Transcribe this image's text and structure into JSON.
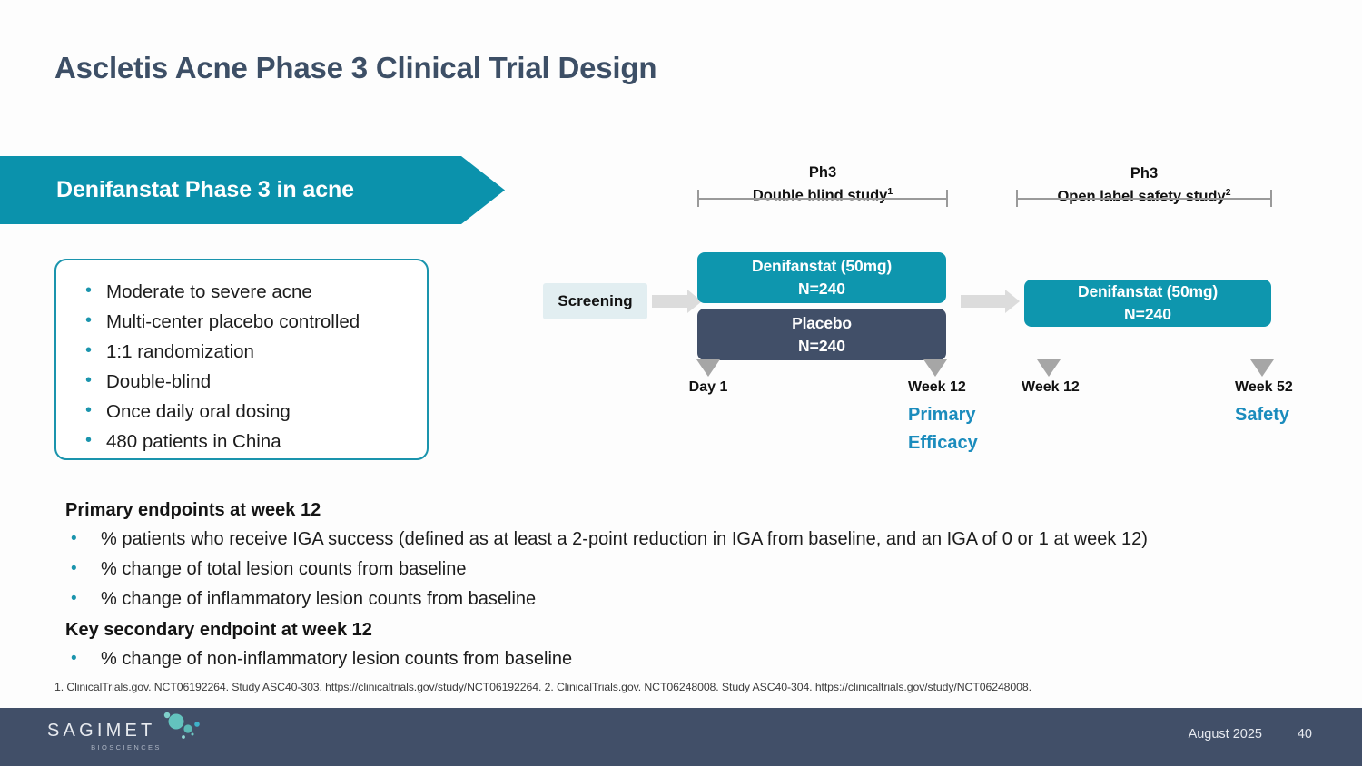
{
  "slide": {
    "title": "Ascletis Acne Phase 3 Clinical Trial Design",
    "banner_label": "Denifanstat Phase 3 in acne"
  },
  "colors": {
    "teal": "#0e96ae",
    "banner_teal": "#0b92ac",
    "navy": "#414f68",
    "accent_blue": "#1b8cbd",
    "bullet_teal": "#1a94ad",
    "title_slate": "#3d4f66",
    "arrow_gray": "#dcdcdc",
    "marker_gray": "#a6a6a6",
    "screening_bg": "#e2eef1"
  },
  "design_card": {
    "bullets": [
      "Moderate to severe acne",
      "Multi-center placebo controlled",
      "1:1 randomization",
      "Double-blind",
      "Once daily oral dosing",
      "480 patients in China"
    ]
  },
  "diagram": {
    "phases": [
      {
        "ph": "Ph3",
        "study": "Double blind study",
        "footnote_ref": "1"
      },
      {
        "ph": "Ph3",
        "study": "Open label safety study",
        "footnote_ref": "2"
      }
    ],
    "screening_label": "Screening",
    "boxes": [
      {
        "name": "denifanstat-double-blind",
        "line1": "Denifanstat (50mg)",
        "line2": "N=240"
      },
      {
        "name": "placebo-double-blind",
        "line1": "Placebo",
        "line2": "N=240"
      },
      {
        "name": "denifanstat-open-label",
        "line1": "Denifanstat (50mg)",
        "line2": "N=240"
      }
    ],
    "markers": [
      {
        "label": "Day 1",
        "sub": ""
      },
      {
        "label": "Week 12",
        "sub": "Primary\nEfficacy"
      },
      {
        "label": "Week 12",
        "sub": ""
      },
      {
        "label": "Week 52",
        "sub": "Safety"
      }
    ],
    "marker_subs": {
      "primary_efficacy_line1": "Primary",
      "primary_efficacy_line2": "Efficacy",
      "safety": "Safety"
    }
  },
  "endpoints": {
    "primary_heading": "Primary endpoints at week 12",
    "primary_items": [
      "% patients who receive IGA success (defined as at least a 2-point reduction in IGA from baseline, and an IGA of 0 or 1 at week 12)",
      "% change of total lesion counts from baseline",
      "% change of inflammatory lesion counts from baseline"
    ],
    "secondary_heading": "Key secondary endpoint at week 12",
    "secondary_items": [
      "% change of non-inflammatory lesion counts from baseline"
    ]
  },
  "footnote": "1. ClinicalTrials.gov. NCT06192264. Study ASC40-303. https://clinicaltrials.gov/study/NCT06192264. 2. ClinicalTrials.gov. NCT06248008. Study ASC40-304. https://clinicaltrials.gov/study/NCT06248008.",
  "footer": {
    "logo_word": "SAGIMET",
    "logo_sub": "BIOSCIENCES",
    "date": "August 2025",
    "page": "40"
  }
}
